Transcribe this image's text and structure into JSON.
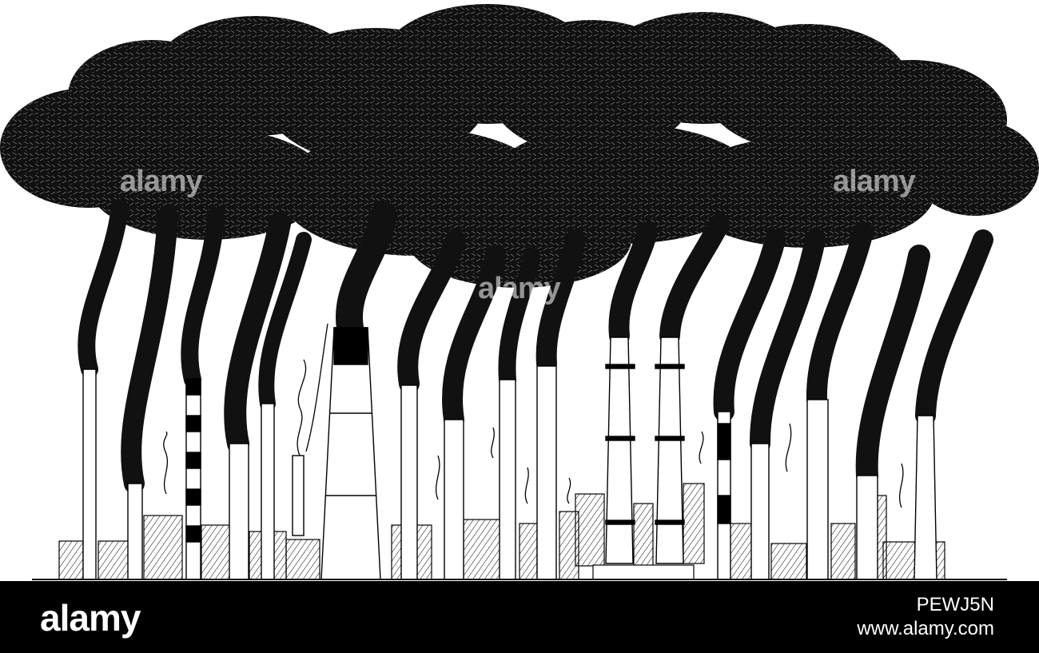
{
  "stock_watermark": {
    "brand": "alamy",
    "image_id": "PEWJ5N",
    "site": "www.alamy.com"
  },
  "colors": {
    "smoke": "#111111",
    "ink": "#000000",
    "paper": "#ffffff",
    "footer_bg": "#000000",
    "footer_text": "#ffffff"
  }
}
